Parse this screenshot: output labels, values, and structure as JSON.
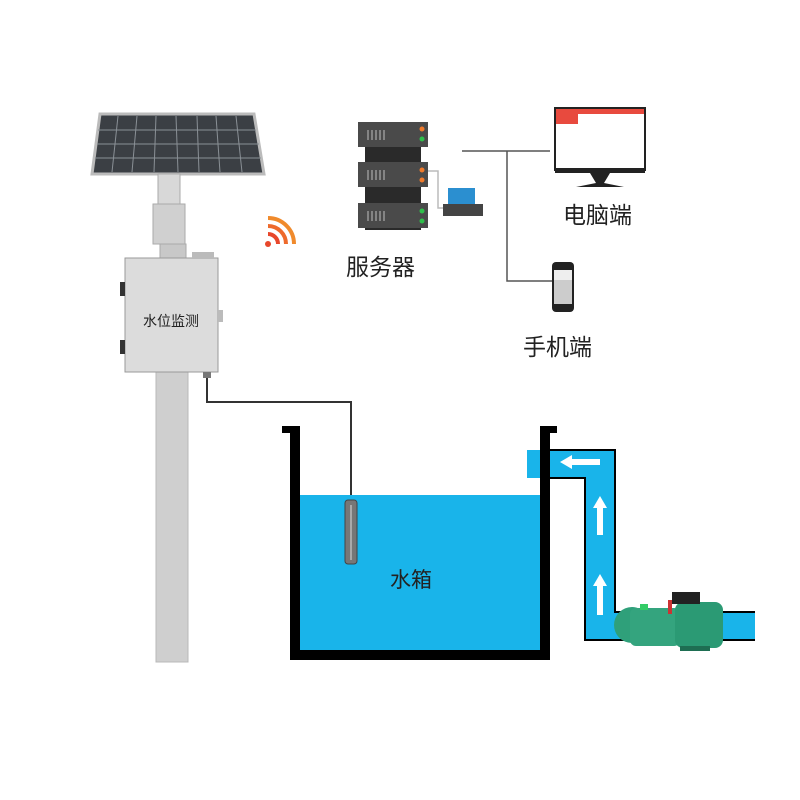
{
  "labels": {
    "server": "服务器",
    "computer": "电脑端",
    "phone": "手机端",
    "monitor_box": "水位监测",
    "tank": "水箱"
  },
  "colors": {
    "water": "#19b4ea",
    "wall": "#000000",
    "pump": "#2fa07a",
    "pole": "#cfcfcf",
    "signal": "#e8472b"
  }
}
